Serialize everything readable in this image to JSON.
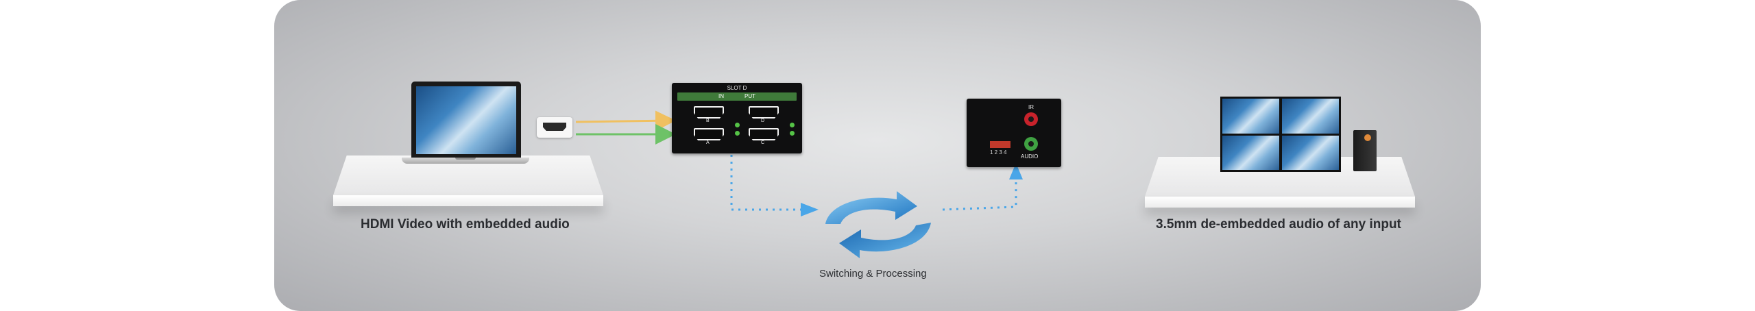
{
  "captions": {
    "source": "HDMI Video with embedded audio",
    "processing": "Switching & Processing",
    "output": "3.5mm de-embedded audio of any input"
  },
  "hdmi_module": {
    "title": "SLOT D",
    "in_label": "IN",
    "out_label": "PUT",
    "ports": [
      "B",
      "D",
      "A",
      "C"
    ]
  },
  "audio_module": {
    "ir_label": "IR",
    "audio_label": "AUDIO",
    "dip_numbers": "1 2 3 4"
  },
  "colors": {
    "video_line": "#f0c060",
    "audio_line": "#6ec267",
    "dotted_flow": "#4aa6e8",
    "module_header": "#3f7a3a",
    "ir_jack": "#c8222b",
    "audio_jack": "#3fa142"
  },
  "icons": {
    "laptop": "laptop-icon",
    "hdmi_plug": "hdmi-plug-icon",
    "switching": "circular-arrows-icon",
    "video_wall": "video-wall-icon",
    "speaker": "speaker-icon"
  }
}
